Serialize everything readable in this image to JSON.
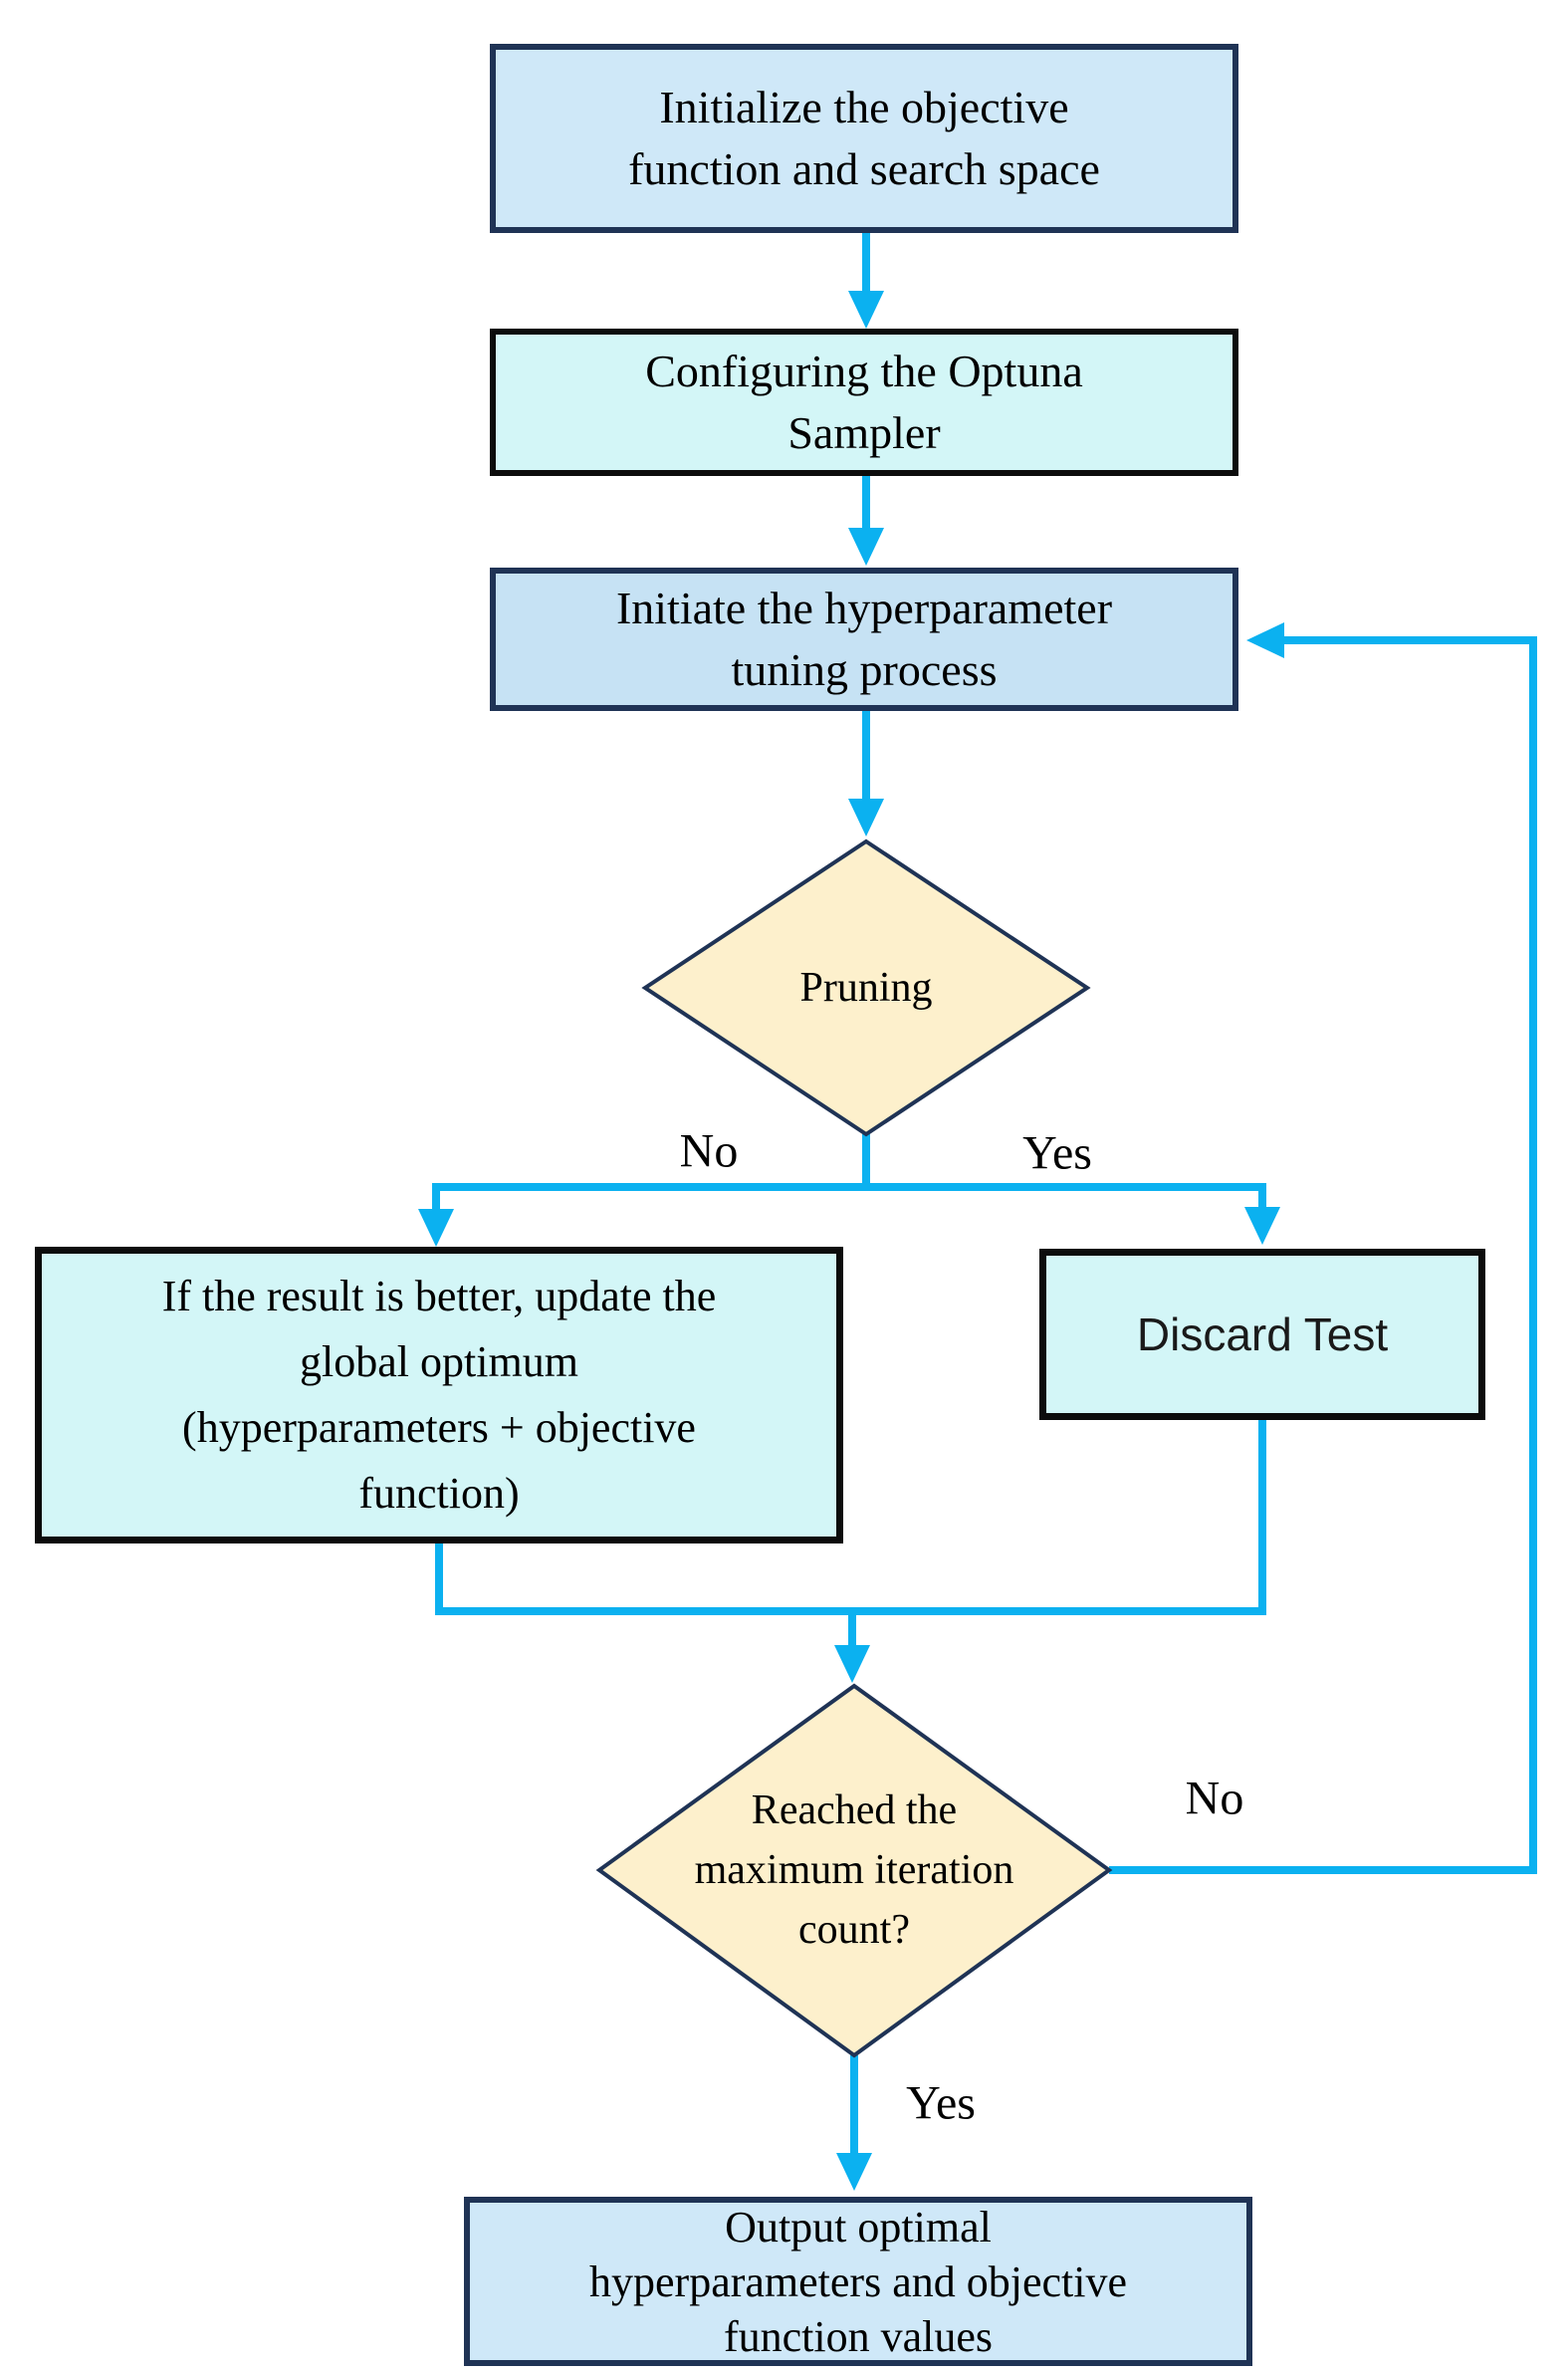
{
  "title": "Optuna hyperparameter tuning flowchart",
  "colors": {
    "arrow": "#0bb1f0",
    "box_blue_fill": "#cfe8f8",
    "box_blue_fill_alt": "#c6e2f4",
    "box_cyan_fill": "#d3f6f7",
    "diamond_fill": "#fdf0cc",
    "border_navy": "#1f3355",
    "border_black": "#0c0c0c",
    "text": "#000000"
  },
  "nodes": {
    "init": {
      "lines": [
        "Initialize the objective",
        "function and search space"
      ]
    },
    "sampler": {
      "lines": [
        "Configuring the Optuna",
        "Sampler"
      ]
    },
    "tuning": {
      "lines": [
        "Initiate the hyperparameter",
        "tuning process"
      ]
    },
    "pruning": {
      "lines": [
        "Pruning"
      ]
    },
    "update": {
      "lines": [
        "If the result is better, update the",
        "global optimum",
        "(hyperparameters + objective",
        "function)"
      ]
    },
    "discard": {
      "lines": [
        "Discard Test"
      ]
    },
    "max_iter": {
      "lines": [
        "Reached the",
        "maximum iteration",
        "count?"
      ]
    },
    "output": {
      "lines": [
        "Output optimal",
        "hyperparameters and objective",
        "function values"
      ]
    }
  },
  "edge_labels": {
    "pruning_no": "No",
    "pruning_yes": "Yes",
    "max_iter_no": "No",
    "max_iter_yes": "Yes"
  }
}
